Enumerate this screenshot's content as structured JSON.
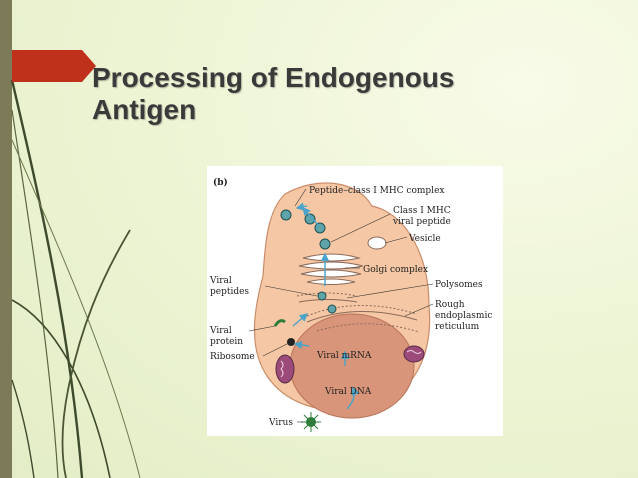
{
  "slide": {
    "title_line1": "Processing of Endogenous",
    "title_line2": "Antigen"
  },
  "figure": {
    "panel_label": "(b)",
    "labels": {
      "peptide_mhc_complex": "Peptide–class I MHC complex",
      "class1_mhc": "Class I MHC",
      "viral_peptide": "viral peptide",
      "vesicle": "Vesicle",
      "golgi": "Golgi complex",
      "viral_peptides_1": "Viral",
      "viral_peptides_2": "peptides",
      "polysomes": "Polysomes",
      "rough_er_1": "Rough",
      "rough_er_2": "endoplasmic",
      "rough_er_3": "reticulum",
      "viral_protein_1": "Viral",
      "viral_protein_2": "protein",
      "ribosome": "Ribosome",
      "viral_mrna": "Viral mRNA",
      "viral_dna": "Viral DNA",
      "virus": "Virus"
    }
  },
  "colors": {
    "background": "#eef5d6",
    "side_bar": "#7d7a58",
    "title_arrow": "#c0311b",
    "title_text": "#3a3a3a",
    "cell": "#f5c7a4",
    "nucleus": "#d9957a",
    "arrows": "#4aa3c8"
  }
}
